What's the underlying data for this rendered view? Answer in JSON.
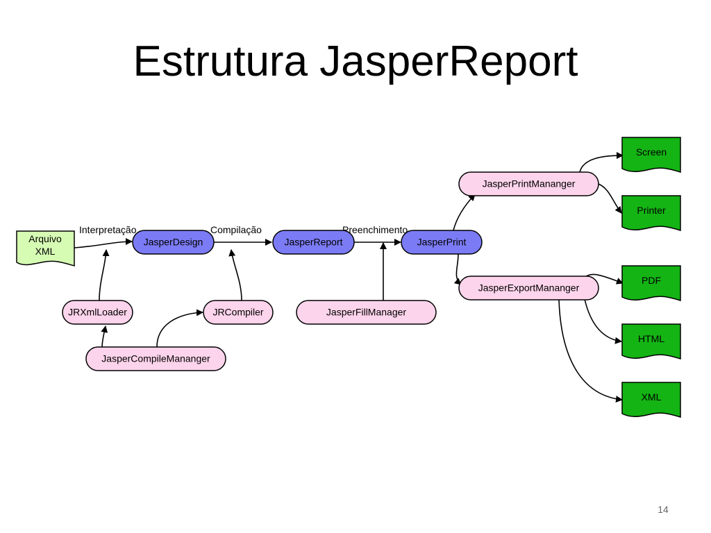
{
  "slide": {
    "title": "Estrutura JasperReport",
    "page_number": "14"
  },
  "colors": {
    "class_fill": "#7b7bf5",
    "manager_fill": "#fcd4ec",
    "source_fill": "#d6fcb4",
    "output_fill": "#14b414",
    "stroke": "#000000"
  },
  "diagram": {
    "source_doc": {
      "line1": "Arquivo",
      "line2": "XML"
    },
    "nodes": {
      "jasper_design": "JasperDesign",
      "jasper_report": "JasperReport",
      "jasper_print": "JasperPrint",
      "jr_xml_loader": "JRXmlLoader",
      "jr_compiler": "JRCompiler",
      "jasper_compile_manager": "JasperCompileMananger",
      "jasper_fill_manager": "JasperFillManager",
      "jasper_print_manager": "JasperPrintMananger",
      "jasper_export_manager": "JasperExportMananger"
    },
    "outputs": {
      "screen": "Screen",
      "printer": "Printer",
      "pdf": "PDF",
      "html": "HTML",
      "xml": "XML"
    },
    "edge_labels": {
      "interpretacao": "Interpretação",
      "compilacao": "Compilação",
      "preenchimento": "Preenchimento"
    }
  }
}
